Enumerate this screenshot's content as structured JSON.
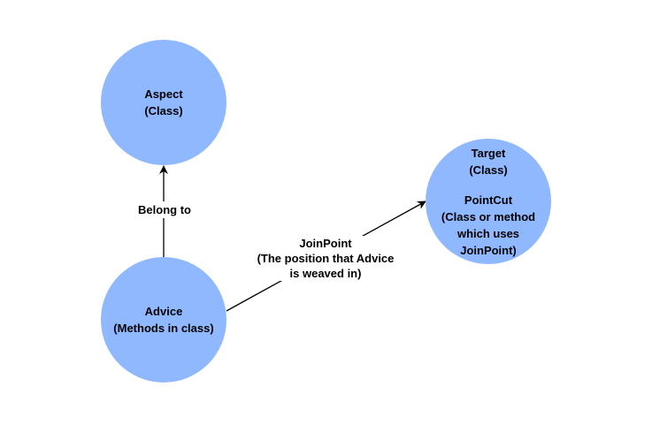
{
  "colors": {
    "node_fill": "#8fb8ff",
    "edge": "#000000",
    "background": "#ffffff"
  },
  "nodes": {
    "aspect": {
      "lines": [
        "Aspect",
        "(Class)"
      ]
    },
    "advice": {
      "lines": [
        "Advice",
        "(Methods in class)"
      ]
    },
    "target": {
      "lines": [
        "Target",
        "(Class)"
      ],
      "pointcut_lines": [
        "PointCut",
        "(Class or method",
        "which uses",
        "JoinPoint)"
      ]
    }
  },
  "edges": {
    "belong_to": {
      "label": "Belong to"
    },
    "joinpoint": {
      "lines": [
        "JoinPoint",
        "(The position that Advice",
        "is weaved in)"
      ]
    }
  }
}
